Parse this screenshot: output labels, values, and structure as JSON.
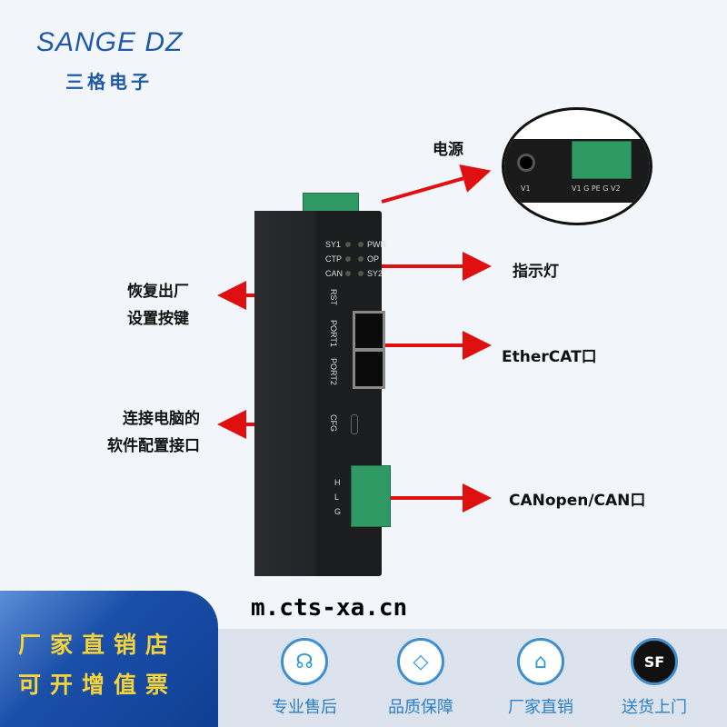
{
  "brand": {
    "name": "SANGE DZ",
    "chinese": "三格电子"
  },
  "callouts": {
    "power": "电源",
    "indicator": "指示灯",
    "reset": [
      "恢复出厂",
      "设置按键"
    ],
    "ethercat": "EtherCAT口",
    "config": [
      "连接电脑的",
      "软件配置接口"
    ],
    "canopen": "CANopen/CAN口"
  },
  "device": {
    "leds_left": [
      "SY1",
      "CTP",
      "CAN"
    ],
    "leds_right": [
      "PWR",
      "OP",
      "SY2"
    ],
    "rst": "RST",
    "port1": "PORT1",
    "port2": "PORT2",
    "cfg": "CFG",
    "can_pins": [
      "H",
      "L",
      "G"
    ]
  },
  "inset": {
    "v1": "V1",
    "terminal_pins": "V1 G PE G V2"
  },
  "banner": {
    "line1": "厂家直销店",
    "line2": "可开增值票"
  },
  "features": [
    {
      "icon": "headset-icon",
      "label": "专业售后"
    },
    {
      "icon": "diamond-icon",
      "label": "品质保障"
    },
    {
      "icon": "house-icon",
      "label": "厂家直销"
    },
    {
      "icon": "sf-express-icon",
      "label": "送货上门"
    }
  ],
  "watermark": "m.cts-xa.cn",
  "colors": {
    "arrow": "#e01010",
    "brand": "#1f5aa8",
    "banner_text": "#f5d33a"
  }
}
